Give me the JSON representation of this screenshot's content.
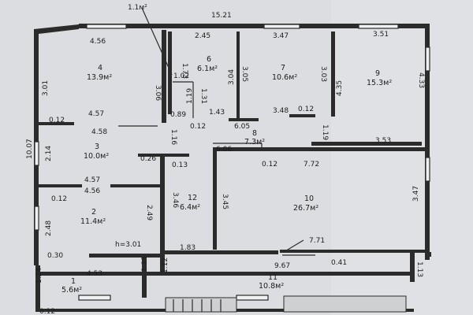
{
  "plan": {
    "dimensions": [
      {
        "id": "d-1-1m2",
        "text": "1.1м²"
      },
      {
        "id": "d-15-21",
        "text": "15.21"
      },
      {
        "id": "d-4-56-top",
        "text": "4.56"
      },
      {
        "id": "d-2-45",
        "text": "2.45"
      },
      {
        "id": "d-3-47-top",
        "text": "3.47"
      },
      {
        "id": "d-3-51",
        "text": "3.51"
      },
      {
        "id": "d-1-73",
        "text": "1.73"
      },
      {
        "id": "d-3-01",
        "text": "3.01"
      },
      {
        "id": "d-3-06",
        "text": "3.06"
      },
      {
        "id": "d-1-02",
        "text": "1.02"
      },
      {
        "id": "d-1-19",
        "text": "1.19"
      },
      {
        "id": "d-1-31",
        "text": "1.31"
      },
      {
        "id": "d-3-04",
        "text": "3.04"
      },
      {
        "id": "d-3-05",
        "text": "3.05"
      },
      {
        "id": "d-3-03",
        "text": "3.03"
      },
      {
        "id": "d-4-35",
        "text": "4.35"
      },
      {
        "id": "d-4-33",
        "text": "4.33"
      },
      {
        "id": "d-1-43",
        "text": "1.43"
      },
      {
        "id": "d-3-48",
        "text": "3.48"
      },
      {
        "id": "d-0-12-a",
        "text": "0.12"
      },
      {
        "id": "d-4-57-a",
        "text": "4.57"
      },
      {
        "id": "d-0-12-b",
        "text": "0.12"
      },
      {
        "id": "d-4-58",
        "text": "4.58"
      },
      {
        "id": "d-0-89",
        "text": "0.89"
      },
      {
        "id": "d-0-12-c",
        "text": "0.12"
      },
      {
        "id": "d-6-05",
        "text": "6.05"
      },
      {
        "id": "d-1-19-b",
        "text": "1.19"
      },
      {
        "id": "d-1-16",
        "text": "1.16"
      },
      {
        "id": "d-6-06",
        "text": "6.06"
      },
      {
        "id": "d-3-53",
        "text": "3.53"
      },
      {
        "id": "d-10-07",
        "text": "10.07"
      },
      {
        "id": "d-2-14",
        "text": "2.14"
      },
      {
        "id": "d-0-26",
        "text": "0.26"
      },
      {
        "id": "d-0-13",
        "text": "0.13"
      },
      {
        "id": "d-0-12-d",
        "text": "0.12"
      },
      {
        "id": "d-7-72",
        "text": "7.72"
      },
      {
        "id": "d-4-57-b",
        "text": "4.57"
      },
      {
        "id": "d-4-56-b",
        "text": "4.56"
      },
      {
        "id": "d-0-12-e",
        "text": "0.12"
      },
      {
        "id": "d-3-46",
        "text": "3.46"
      },
      {
        "id": "d-3-45",
        "text": "3.45"
      },
      {
        "id": "d-3-47-r",
        "text": "3.47"
      },
      {
        "id": "d-2-48",
        "text": "2.48"
      },
      {
        "id": "d-2-49",
        "text": "2.49"
      },
      {
        "id": "d-h",
        "text": "h=3.01"
      },
      {
        "id": "d-0-30",
        "text": "0.30"
      },
      {
        "id": "d-1-83",
        "text": "1.83"
      },
      {
        "id": "d-7-71",
        "text": "7.71"
      },
      {
        "id": "d-9-67",
        "text": "9.67"
      },
      {
        "id": "d-0-41",
        "text": "0.41"
      },
      {
        "id": "d-4-53",
        "text": "4.53"
      },
      {
        "id": "d-1-25",
        "text": "1.25"
      },
      {
        "id": "d-1-12",
        "text": "1.12"
      },
      {
        "id": "d-1-13",
        "text": "1.13"
      },
      {
        "id": "d-1-24",
        "text": "1.24"
      },
      {
        "id": "d-0-12-f",
        "text": "0.12"
      }
    ],
    "rooms": [
      {
        "id": "room-1",
        "num": "1",
        "area": "5.6м²"
      },
      {
        "id": "room-2",
        "num": "2",
        "area": "11.4м²"
      },
      {
        "id": "room-3",
        "num": "3",
        "area": "10.0м²"
      },
      {
        "id": "room-4",
        "num": "4",
        "area": "13.9м²"
      },
      {
        "id": "room-6",
        "num": "6",
        "area": "6.1м²"
      },
      {
        "id": "room-7",
        "num": "7",
        "area": "10.6м²"
      },
      {
        "id": "room-8",
        "num": "8",
        "area": "7.3м²"
      },
      {
        "id": "room-9",
        "num": "9",
        "area": "15.3м²"
      },
      {
        "id": "room-10",
        "num": "10",
        "area": "26.7м²"
      },
      {
        "id": "room-11",
        "num": "11",
        "area": "10.8м²"
      },
      {
        "id": "room-12",
        "num": "12",
        "area": "6.4м²"
      }
    ]
  }
}
